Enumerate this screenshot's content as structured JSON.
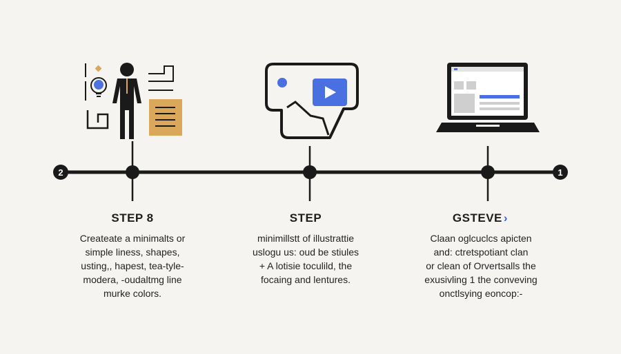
{
  "timeline": {
    "left_badge": "2",
    "right_badge": "1"
  },
  "steps": [
    {
      "title": "STEP 8",
      "lines": [
        "Createate a minimalts or",
        "simple liness, shapes,",
        "usting,, hapest, tea-tyle-",
        "modera, -oudaltmg line",
        "murke colors."
      ],
      "icon": "businessman-idea-icon"
    },
    {
      "title": "STEP",
      "lines": [
        "minimillstt of illustrattie",
        "uslogu us: oud be stiules",
        "+ A lotisie toculild, the",
        "focaing and lentures."
      ],
      "icon": "video-chat-bubble-icon"
    },
    {
      "title": "GSTEVE",
      "title_suffix": "›",
      "lines": [
        "Claan oglcuclcs apicten",
        "and: ctretspotiant clan",
        "or clean of Orvertsalls the",
        "exusivling 1 the conveving",
        "onctlsying eoncop:-"
      ],
      "icon": "laptop-icon"
    }
  ],
  "colors": {
    "background": "#f6f4f1",
    "ink": "#1a1a1a",
    "accent_blue": "#4a6fe0",
    "accent_gold": "#d9a85a",
    "bulb_blue": "#4e73e0"
  }
}
